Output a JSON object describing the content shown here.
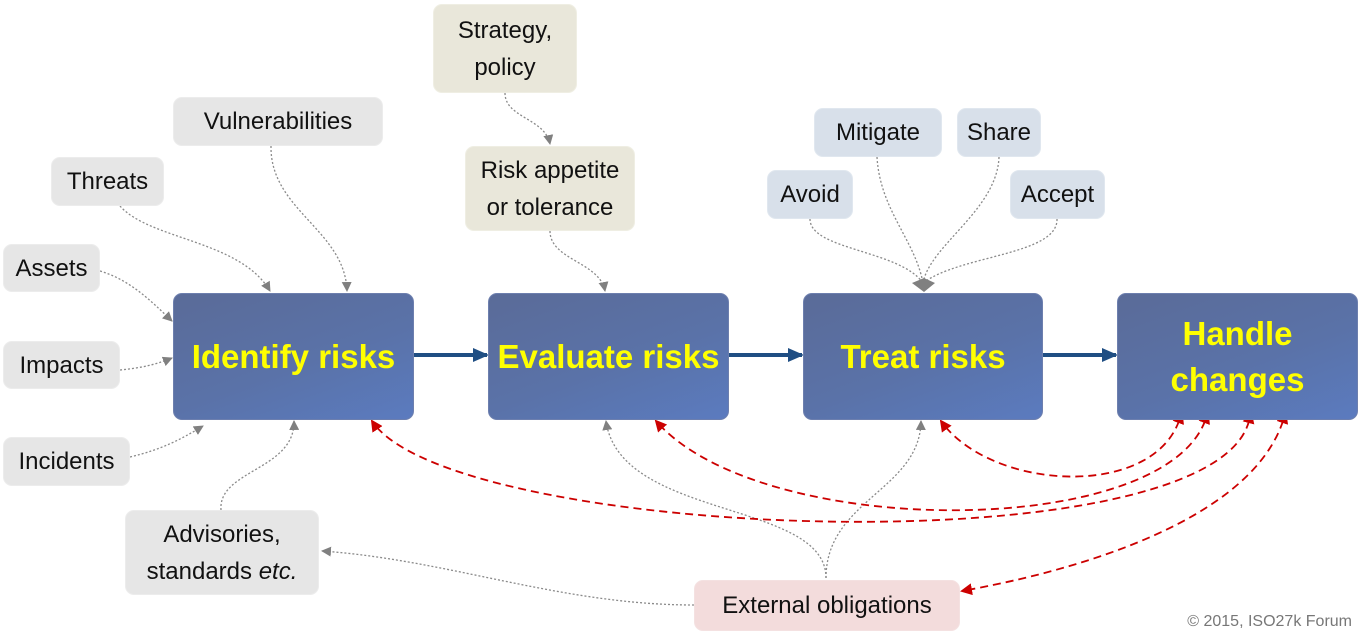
{
  "inputs": {
    "vulnerabilities": "Vulnerabilities",
    "threats": "Threats",
    "assets": "Assets",
    "impacts": "Impacts",
    "incidents": "Incidents",
    "advisories_line1": "Advisories,",
    "advisories_line2_prefix": "standards ",
    "advisories_line2_italic": "etc.",
    "strategy_line1": "Strategy,",
    "strategy_line2": "policy",
    "appetite_line1": "Risk appetite",
    "appetite_line2": "or tolerance",
    "external": "External obligations"
  },
  "treatments": {
    "avoid": "Avoid",
    "mitigate": "Mitigate",
    "share": "Share",
    "accept": "Accept"
  },
  "process": {
    "identify": "Identify risks",
    "evaluate": "Evaluate risks",
    "treat": "Treat risks",
    "handle_line1": "Handle",
    "handle_line2": "changes"
  },
  "colors": {
    "process_text": "#ffff00",
    "flow_arrow": "#1f4e83",
    "feedback_arrow": "#cc0000",
    "input_arrow": "#7a7a7a"
  },
  "copyright": "© 2015, ISO27k Forum"
}
